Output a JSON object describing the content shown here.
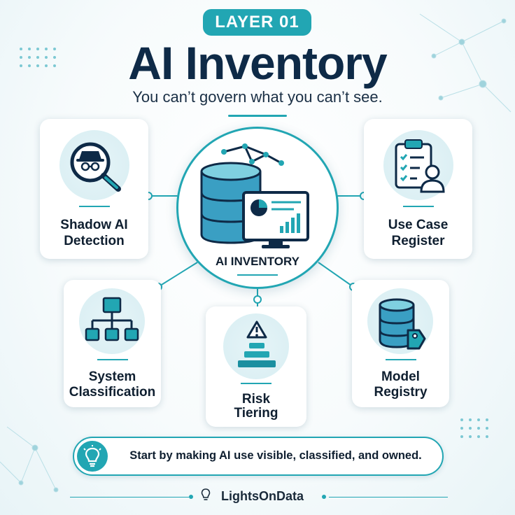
{
  "header": {
    "badge": "LAYER 01",
    "title": "AI Inventory",
    "subtitle": "You can’t govern what you can’t see."
  },
  "center": {
    "label": "AI INVENTORY",
    "icon": "database-dashboard-icon"
  },
  "cards": [
    {
      "line1": "Shadow AI",
      "line2": "Detection",
      "icon": "spy-search-icon"
    },
    {
      "line1": "Use Case",
      "line2": "Register",
      "icon": "clipboard-user-icon"
    },
    {
      "line1": "System",
      "line2": "Classification",
      "icon": "hierarchy-icon"
    },
    {
      "line1": "Risk",
      "line2": "Tiering",
      "icon": "warning-pyramid-icon"
    },
    {
      "line1": "Model",
      "line2": "Registry",
      "icon": "database-tag-icon"
    }
  ],
  "footer": {
    "tagline": "Start by making AI use visible, classified, and owned.",
    "brand": "LightsOnData",
    "icon": "lightbulb-icon"
  },
  "colors": {
    "accent": "#22a6b3",
    "dark": "#0e2a47"
  }
}
